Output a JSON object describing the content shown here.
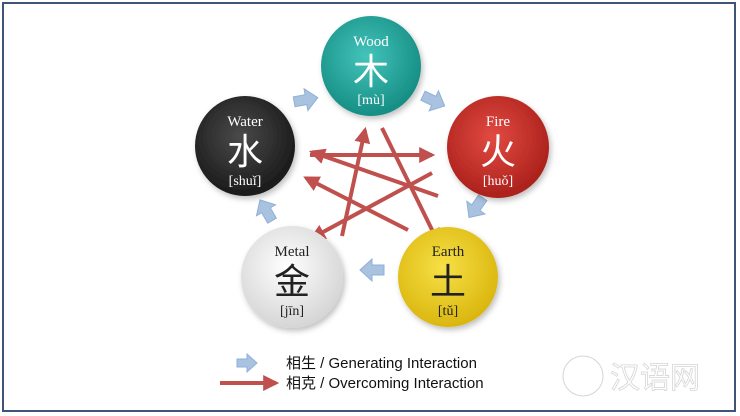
{
  "elements": {
    "wood": {
      "name": "Wood",
      "char": "木",
      "pinyin": "[mù]",
      "color": "#1aa59c"
    },
    "fire": {
      "name": "Fire",
      "char": "火",
      "pinyin": "[huǒ]",
      "color": "#c82a23"
    },
    "earth": {
      "name": "Earth",
      "char": "土",
      "pinyin": "[tǔ]",
      "color": "#ebcb14"
    },
    "metal": {
      "name": "Metal",
      "char": "金",
      "pinyin": "[jīn]",
      "color": "#e9e9e9"
    },
    "water": {
      "name": "Water",
      "char": "水",
      "pinyin": "[shuǐ]",
      "color": "#2b2b2b"
    }
  },
  "legend": {
    "generating": "相生 / Generating Interaction",
    "overcoming": "相克 / Overcoming Interaction"
  },
  "colors": {
    "generating_arrow": "#a9c2e0",
    "overcoming_arrow": "#c0504d",
    "border": "#3e5577"
  },
  "watermark": {
    "text": "汉语网"
  }
}
